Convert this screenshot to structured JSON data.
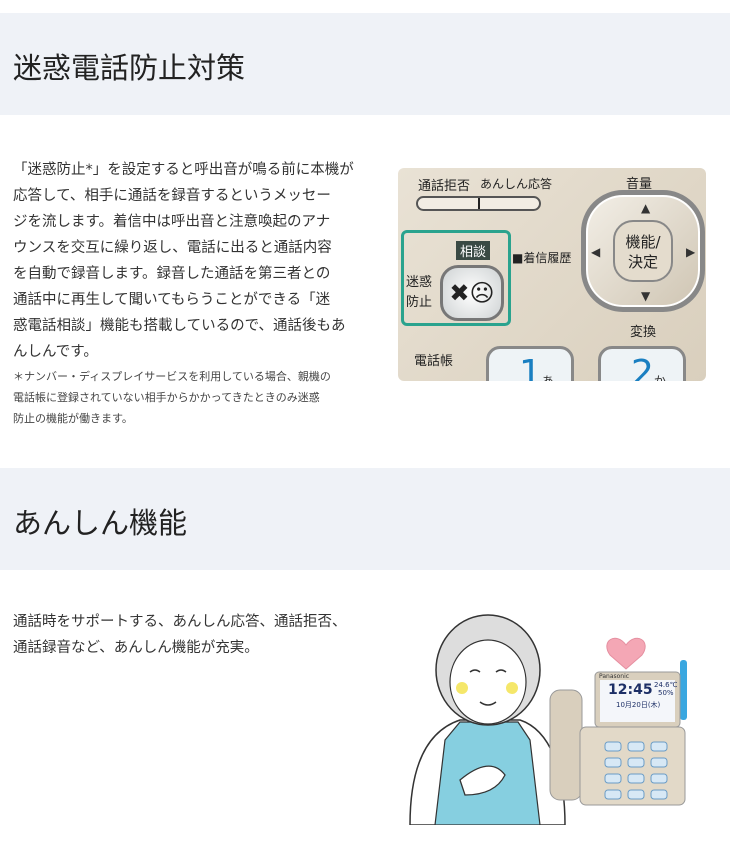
{
  "section1": {
    "title": "迷惑電話防止対策",
    "body_lines": [
      "「迷惑防止*」を設定すると呼出音が鳴る前に本機が",
      "応答して、相手に通話を録音するというメッセー",
      "ジを流します。着信中は呼出音と注意喚起のアナ",
      "ウンスを交互に繰り返し、電話に出ると通話内容",
      "を自動で録音します。録音した通話を第三者との",
      "通話中に再生して聞いてもらうことができる「迷",
      "惑電話相談」機能も搭載しているので、通話後もあ",
      "んしんです。"
    ],
    "note_lines": [
      "＊ナンバー・ディスプレイサービスを利用している場合、親機の",
      "電話帳に登録されていない相手からかかってきたときのみ迷惑",
      "防止の機能が働きます。"
    ],
    "panel": {
      "label_reject": "通話拒否",
      "label_anshin": "あんしん応答",
      "label_volume": "音量",
      "label_consult": "相談",
      "label_block_1": "迷惑",
      "label_block_2": "防止",
      "label_history": "着信履歴",
      "center_1": "機能/",
      "center_2": "決定",
      "label_convert": "変換",
      "label_phonebook": "電話帳",
      "key1": "1",
      "key1_kana": "あ",
      "key2": "2",
      "key2_kana": "か"
    }
  },
  "section2": {
    "title": "あんしん機能",
    "body_lines": [
      "通話時をサポートする、あんしん応答、通話拒否、",
      "通話録音など、あんしん機能が充実。"
    ],
    "phone_screen": {
      "brand": "Panasonic",
      "time": "12:45",
      "temp": "24.6℃",
      "humidity": "50%",
      "date": "10月20日(木)"
    }
  },
  "colors": {
    "band": "#eff2f7",
    "accent_green": "#2aa38e",
    "heart": "#f4a7b5",
    "apron": "#86cfe0"
  }
}
